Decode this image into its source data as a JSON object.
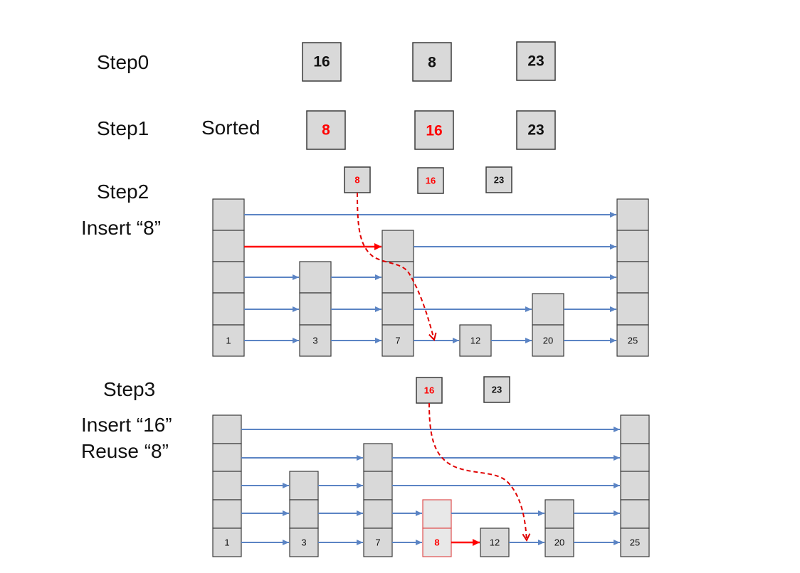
{
  "labels": {
    "step0": "Step0",
    "step1": "Step1",
    "sorted": "Sorted",
    "step2": "Step2",
    "insert8": "Insert “8”",
    "step3": "Step3",
    "insert16": "Insert “16”",
    "reuse8": "Reuse “8”"
  },
  "step0_values": [
    "16",
    "8",
    "23"
  ],
  "step1_values": [
    "8",
    "16",
    "23"
  ],
  "step2_pending": [
    "8",
    "16",
    "23"
  ],
  "step3_pending": [
    "16",
    "23"
  ],
  "skiplist_step2": {
    "nodes": [
      "1",
      "3",
      "7",
      "12",
      "20",
      "25"
    ]
  },
  "skiplist_step3": {
    "nodes": [
      "1",
      "3",
      "7",
      "8",
      "12",
      "20",
      "25"
    ]
  },
  "colors": {
    "highlight": "#ff0000",
    "arrow": "#5b84c4",
    "cell": "#d9d9d9"
  }
}
